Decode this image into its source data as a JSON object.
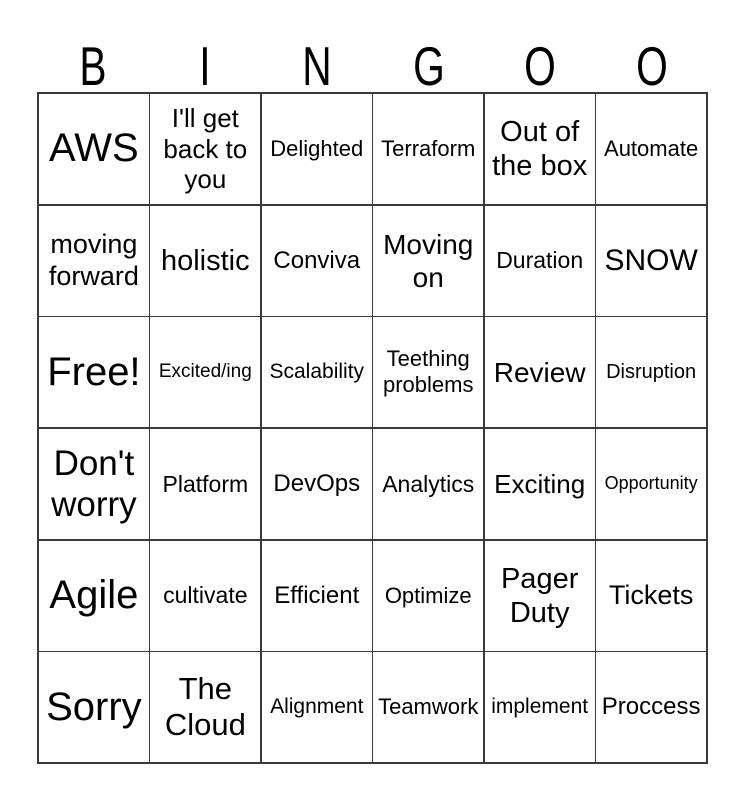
{
  "title": {
    "letters": [
      "B",
      "I",
      "N",
      "G",
      "O",
      "O"
    ]
  },
  "grid": {
    "rows": [
      [
        "AWS",
        "I'll get back to you",
        "Delighted",
        "Terraform",
        "Out of the box",
        "Automate"
      ],
      [
        "moving forward",
        "holistic",
        "Conviva",
        "Moving on",
        "Duration",
        "SNOW"
      ],
      [
        "Free!",
        "Excited/ing",
        "Scalability",
        "Teething problems",
        "Review",
        "Disruption"
      ],
      [
        "Don't worry",
        "Platform",
        "DevOps",
        "Analytics",
        "Exciting",
        "Opportunity"
      ],
      [
        "Agile",
        "cultivate",
        "Efficient",
        "Optimize",
        "Pager Duty",
        "Tickets"
      ],
      [
        "Sorry",
        "The Cloud",
        "Alignment",
        "Teamwork",
        "implement",
        "Proccess"
      ]
    ]
  },
  "colors": {
    "background": "#ffffff",
    "text": "#000000",
    "grid_lines": "#3a3a3a"
  }
}
